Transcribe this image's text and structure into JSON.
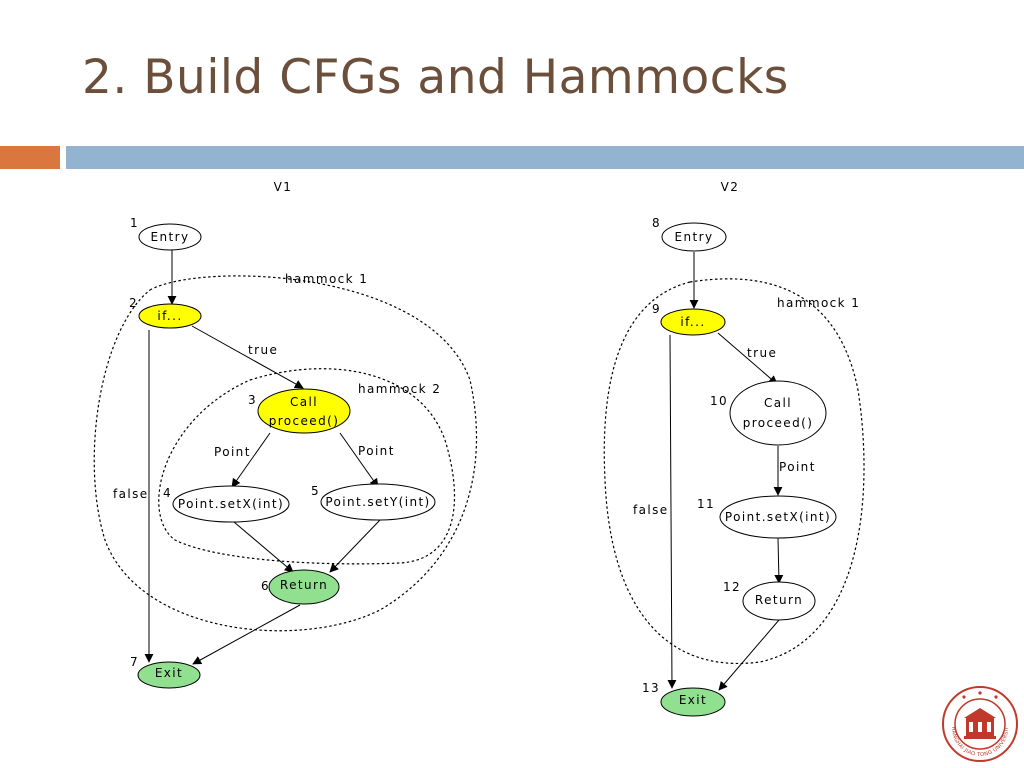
{
  "title": "2. Build CFGs and Hammocks",
  "colors": {
    "title": "#6b4f3a",
    "accent_bar": "#d9773e",
    "header_bar": "#93b4d0",
    "node_yellow": "#ffff00",
    "node_green": "#90e090",
    "node_white": "#ffffff",
    "logo_red": "#c0392b"
  },
  "v1": {
    "heading": "V1",
    "nodes": {
      "entry": {
        "num": "1",
        "label": "Entry"
      },
      "if": {
        "num": "2",
        "label": "if..."
      },
      "call": {
        "num": "3",
        "line1": "Call",
        "line2": "proceed()"
      },
      "setx": {
        "num": "4",
        "label": "Point.setX(int)"
      },
      "sety": {
        "num": "5",
        "label": "Point.setY(int)"
      },
      "ret": {
        "num": "6",
        "label": "Return"
      },
      "exit": {
        "num": "7",
        "label": "Exit"
      }
    },
    "edges": {
      "true": "true",
      "false": "false",
      "point_left": "Point",
      "point_right": "Point"
    },
    "hammocks": {
      "h1": "hammock 1",
      "h2": "hammock 2"
    }
  },
  "v2": {
    "heading": "V2",
    "nodes": {
      "entry": {
        "num": "8",
        "label": "Entry"
      },
      "if": {
        "num": "9",
        "label": "if..."
      },
      "call": {
        "num": "10",
        "line1": "Call",
        "line2": "proceed()"
      },
      "setx": {
        "num": "11",
        "label": "Point.setX(int)"
      },
      "ret": {
        "num": "12",
        "label": "Return"
      },
      "exit": {
        "num": "13",
        "label": "Exit"
      }
    },
    "edges": {
      "true": "true",
      "false": "false",
      "point": "Point"
    },
    "hammocks": {
      "h1": "hammock 1"
    }
  },
  "logo": {
    "icon": "university-seal-icon",
    "text": "SHANGHAI JIAO TONG UNIVERSITY"
  }
}
